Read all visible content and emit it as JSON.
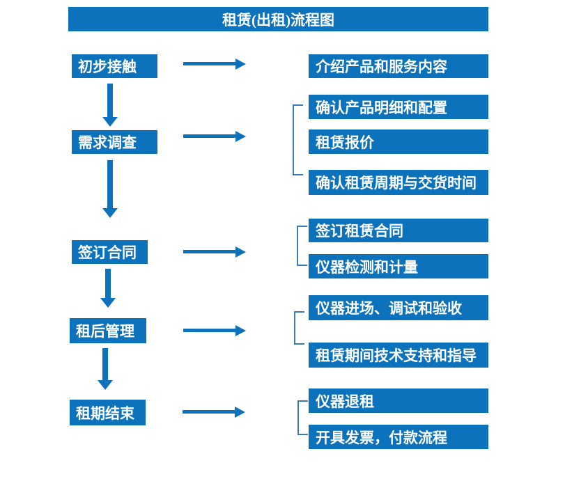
{
  "title": "租赁(出租)流程图",
  "colors": {
    "primary": "#0D72BC",
    "bracket": "#3B7DBB",
    "box_text": "#FFFFFF",
    "background": "#FFFFFF"
  },
  "steps": [
    {
      "label": "初步接触",
      "outputs": [
        "介绍产品和服务内容"
      ]
    },
    {
      "label": "需求调查",
      "outputs": [
        "确认产品明细和配置",
        "租赁报价",
        "确认租赁周期与交货时间"
      ]
    },
    {
      "label": "签订合同",
      "outputs": [
        "签订租赁合同",
        "仪器检测和计量"
      ]
    },
    {
      "label": "租后管理",
      "outputs": [
        "仪器进场、调试和验收",
        "租赁期间技术支持和指导"
      ]
    },
    {
      "label": "租期结束",
      "outputs": [
        "仪器退租",
        "开具发票，付款流程"
      ]
    }
  ]
}
